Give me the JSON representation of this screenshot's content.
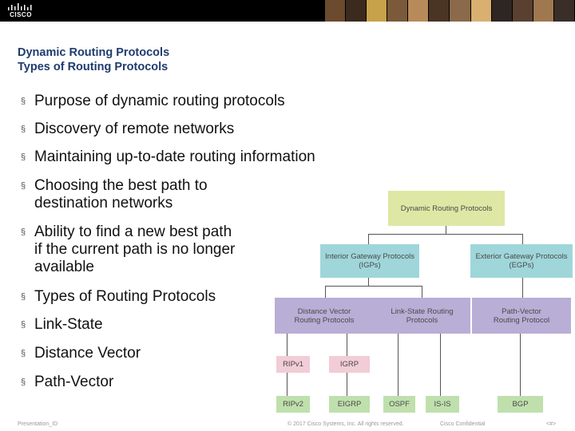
{
  "header": {
    "brand": "CISCO",
    "photo_colors": [
      "#6b4a2e",
      "#3b2a1e",
      "#c8a24a",
      "#7a5a3a",
      "#b88a5a",
      "#4a3424",
      "#8a6a4a",
      "#d9b070",
      "#2e2622",
      "#5a4030",
      "#a07850",
      "#3a2e28"
    ]
  },
  "slide": {
    "title_line1": "Dynamic Routing Protocols",
    "title_line2": "Types of Routing Protocols"
  },
  "bullets": [
    {
      "lines": [
        "Purpose of dynamic routing protocols"
      ]
    },
    {
      "lines": [
        "Discovery of remote networks"
      ]
    },
    {
      "lines": [
        "Maintaining up-to-date routing information"
      ]
    },
    {
      "lines": [
        "Choosing the best path to",
        "destination networks"
      ]
    },
    {
      "lines": [
        "Ability to find a new best path",
        "if the current path is no longer",
        "available"
      ]
    },
    {
      "lines": [
        "Types of Routing Protocols"
      ]
    },
    {
      "lines": [
        "Link-State"
      ]
    },
    {
      "lines": [
        "Distance Vector"
      ]
    },
    {
      "lines": [
        "Path-Vector"
      ]
    }
  ],
  "diagram": {
    "root": "Dynamic Routing Protocols",
    "igp": [
      "Interior Gateway Protocols",
      "(IGPs)"
    ],
    "egp": [
      "Exterior Gateway Protocols",
      "(EGPs)"
    ],
    "distance_vector": [
      "Distance Vector",
      "Routing Protocols"
    ],
    "link_state": [
      "Link-State Routing",
      "Protocols"
    ],
    "path_vector": [
      "Path-Vector",
      "Routing Protocol"
    ],
    "ripv1": "RIPv1",
    "igrp": "IGRP",
    "ripv2": "RIPv2",
    "eigrp": "EIGRP",
    "ospf": "OSPF",
    "isis": "IS-IS",
    "bgp": "BGP"
  },
  "footer": {
    "presentation": "Presentation_ID",
    "copyright": "© 2017 Cisco Systems, Inc. All rights reserved.",
    "confidential": "Cisco Confidential",
    "page": "<#>"
  }
}
